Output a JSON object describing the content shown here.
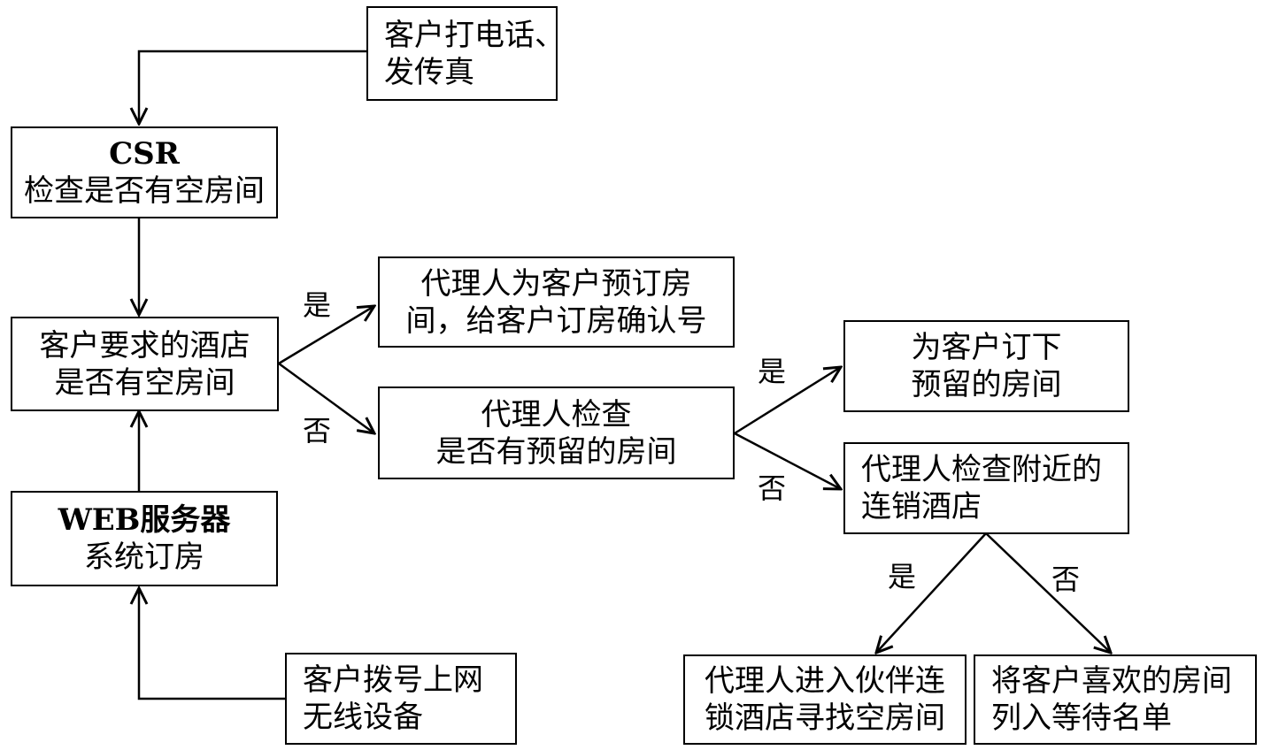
{
  "nodes": {
    "call_fax": {
      "line1": "客户打电话、",
      "line2": "发传真"
    },
    "csr_check": {
      "line1": "CSR",
      "line2": "检查是否有空房间"
    },
    "hotel_check": {
      "line1": "客户要求的酒店",
      "line2": "是否有空房间"
    },
    "web_system": {
      "line1": "WEB服务器",
      "line2": "系统订房"
    },
    "dialup_wireless": {
      "line1": "客户拨号上网",
      "line2": "无线设备"
    },
    "agent_book": {
      "line1": "代理人为客户预订房",
      "line2": "间，给客户订房确认号"
    },
    "agent_check_reserved": {
      "line1": "代理人检查",
      "line2": "是否有预留的房间"
    },
    "book_reserved": {
      "line1": "为客户订下",
      "line2": "预留的房间"
    },
    "agent_check_nearby": {
      "line1": "代理人检查附近的",
      "line2": "连销酒店"
    },
    "partner_chain": {
      "line1": "代理人进入伙伴连",
      "line2": "锁酒店寻找空房间"
    },
    "waiting_list": {
      "line1": "将客户喜欢的房间",
      "line2": "列入等待名单"
    }
  },
  "labels": {
    "hotel_yes": "是",
    "hotel_no": "否",
    "reserved_yes": "是",
    "reserved_no": "否",
    "nearby_yes": "是",
    "nearby_no": "否"
  },
  "colors": {
    "line": "#000000",
    "background": "#ffffff"
  }
}
